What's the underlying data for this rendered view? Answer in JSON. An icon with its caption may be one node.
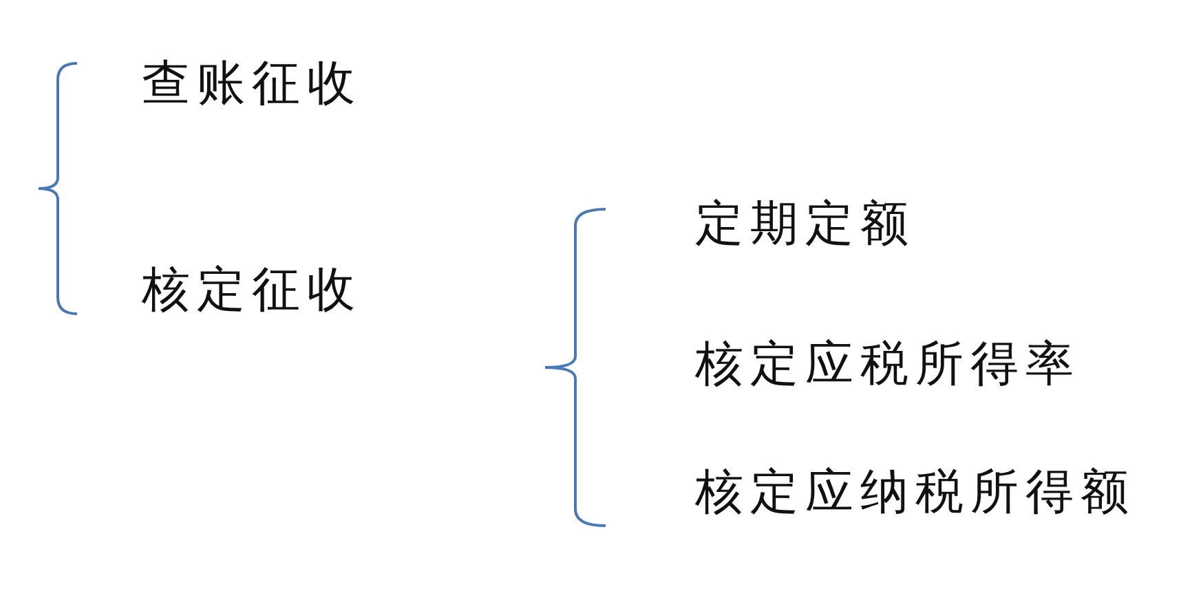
{
  "diagram": {
    "labels": [
      "查账征收",
      "核定征收",
      "定期定额",
      "核定应税所得率",
      "核定应纳税所得额"
    ]
  }
}
